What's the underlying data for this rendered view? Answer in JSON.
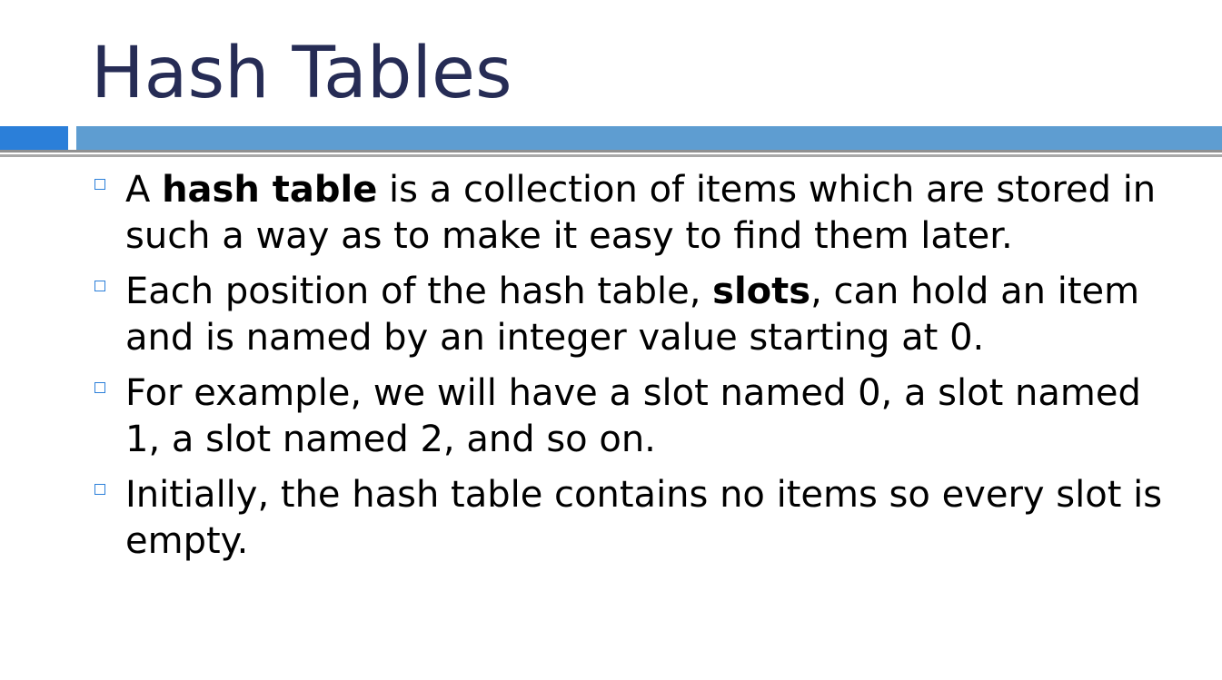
{
  "slide": {
    "title": "Hash Tables",
    "colors": {
      "title": "#262c55",
      "accent_bar_left": "#2b7fd9",
      "accent_bar_main": "#5e9dd1",
      "rule": "#909090",
      "bullet_marker": "#2b7fd9"
    },
    "bullets": [
      {
        "before": "A ",
        "bold": "hash table",
        "after": " is a collection of items which are stored in such a way as to make it easy to find them later."
      },
      {
        "before": "Each position of the hash table, ",
        "bold": "slots",
        "after": ", can hold an item and is named by an integer value starting at 0."
      },
      {
        "before": "For example, we will have a slot named 0, a slot named 1, a slot named 2, and so on.",
        "bold": "",
        "after": ""
      },
      {
        "before": "Initially, the hash table contains no items so every slot is empty.",
        "bold": "",
        "after": ""
      }
    ]
  }
}
